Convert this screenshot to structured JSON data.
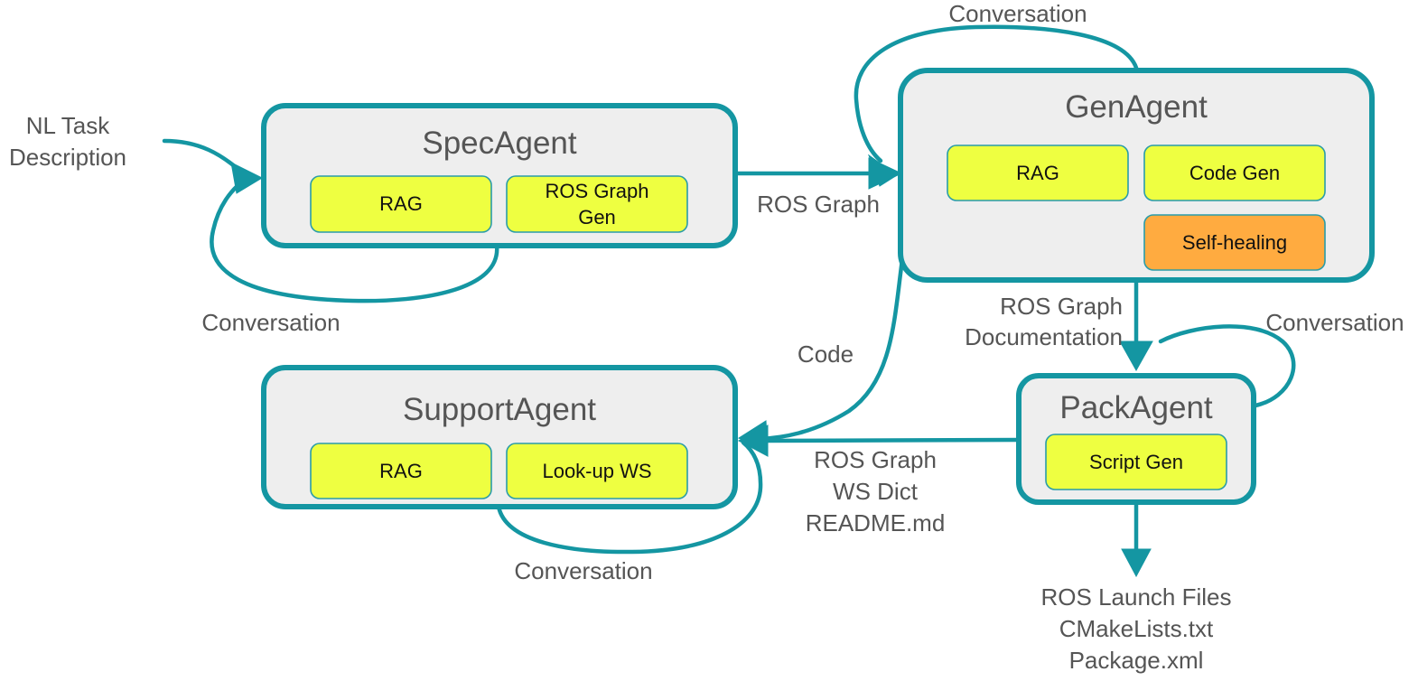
{
  "agents": {
    "spec": {
      "title": "SpecAgent",
      "modules": [
        {
          "label_lines": [
            "RAG"
          ],
          "color": "#eeff41"
        },
        {
          "label_lines": [
            "ROS Graph",
            "Gen"
          ],
          "color": "#eeff41"
        }
      ]
    },
    "gen": {
      "title": "GenAgent",
      "modules": [
        {
          "label_lines": [
            "RAG"
          ],
          "color": "#eeff41"
        },
        {
          "label_lines": [
            "Code Gen"
          ],
          "color": "#eeff41"
        },
        {
          "label_lines": [
            "Self-healing"
          ],
          "color": "#ffab40"
        }
      ]
    },
    "support": {
      "title": "SupportAgent",
      "modules": [
        {
          "label_lines": [
            "RAG"
          ],
          "color": "#eeff41"
        },
        {
          "label_lines": [
            "Look-up WS"
          ],
          "color": "#eeff41"
        }
      ]
    },
    "pack": {
      "title": "PackAgent",
      "modules": [
        {
          "label_lines": [
            "Script Gen"
          ],
          "color": "#eeff41"
        }
      ]
    }
  },
  "labels": {
    "input": [
      "NL Task",
      "Description"
    ],
    "spec_loop": "Conversation",
    "gen_loop": "Conversation",
    "pack_loop": "Conversation",
    "support_loop": "Conversation",
    "spec_to_gen": "ROS Graph",
    "gen_to_pack": [
      "ROS Graph",
      "Documentation"
    ],
    "gen_to_support": "Code",
    "pack_to_support": [
      "ROS Graph",
      "WS Dict",
      "README.md"
    ],
    "pack_output": [
      "ROS Launch Files",
      "CMakeLists.txt",
      "Package.xml"
    ]
  },
  "colors": {
    "accent": "#1496a2",
    "agent_fill": "#eeeeee",
    "module_yellow": "#eeff41",
    "module_orange": "#ffab40",
    "text": "#555555"
  }
}
